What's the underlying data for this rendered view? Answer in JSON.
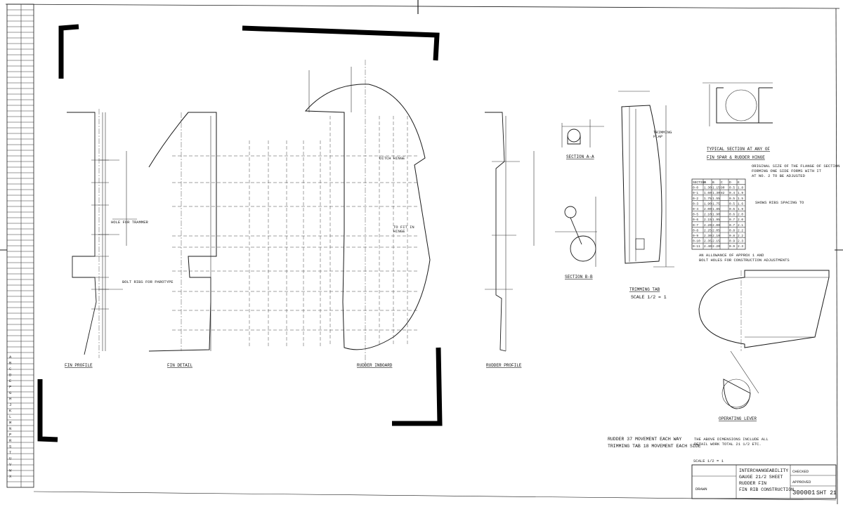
{
  "drawing": {
    "sheet_number": "300001",
    "sheet_ref": "SHT 21",
    "scale_note": "SCALE 1/2 = 1",
    "views": {
      "fin_profile": "FIN PROFILE",
      "fin_detail": "FIN DETAIL",
      "rudder_inboard": "RUDDER INBOARD",
      "rudder_profile": "RUDDER PROFILE",
      "section_aa": "SECTION A-A",
      "section_bb": "SECTION B-B",
      "trimming_tab": "TRIMMING TAB",
      "trimming_tab_scale": "SCALE 1/2 = 1",
      "operating_lever": "OPERATING LEVER",
      "typical_section": "TYPICAL SECTION AT ANY OF",
      "typical_section_2": "FIN SPAR & RUDDER HINGE"
    },
    "notes": {
      "rudder_movement": "RUDDER 37 MOVEMENT EACH WAY",
      "tab_movement": "TRIMMING TAB 18 MOVEMENT EACH SIDE",
      "dimensions_note": "THE ABOVE DIMENSIONS INCLUDE ALL",
      "dimensions_note_2": "DETAIL WORK TOTAL 21 1/2 ETC.",
      "sections_note": "ORIGINAL SIZE OF THE FLANGE OF SECTION",
      "sections_note_2": "FORMING ONE SIDE FORMS WITH IT",
      "sections_note_3": "AT NO. 2 TO BE ADJUSTED",
      "mar_note": "SHOWS RIBS SPACING TO",
      "mar_note_2": "AN ALLOWANCE OF APPROX 1 AND",
      "mar_note_3": "BOLT HOLES FOR CONSTRUCTION ADJUSTMENTS"
    },
    "title_block": {
      "line1": "INTERCHANGEABILITY",
      "line2": "GAUGE 21/2 SHEET",
      "line3": "RUDDER FIN",
      "line4": "FIN RIB CONSTRUCTION",
      "drawn": "DRAWN",
      "checked": "CHECKED",
      "approved": "APPROVED"
    },
    "section_table": {
      "headers": [
        "SECTION",
        "A",
        "B",
        "C",
        "D",
        "E"
      ],
      "rows": [
        [
          "0-0",
          "1.30",
          "1.15",
          "90",
          "0.5",
          "1.8"
        ],
        [
          "0-1",
          "1.60",
          "1.30",
          "82",
          "0.4",
          "1.9"
        ],
        [
          "0-2",
          "1.75",
          "1.55",
          "",
          "0.5",
          "1.5"
        ],
        [
          "0-3",
          "1.90",
          "1.75",
          "",
          "0.5",
          "1.6"
        ],
        [
          "0-4",
          "2.00",
          "1.85",
          "",
          "0.6",
          "1.9"
        ],
        [
          "0-5",
          "2.10",
          "1.90",
          "",
          "0.6",
          "2.0"
        ],
        [
          "0-6",
          "2.15",
          "1.95",
          "",
          "0.7",
          "2.0"
        ],
        [
          "0-7",
          "2.20",
          "2.00",
          "",
          "0.7",
          "2.1"
        ],
        [
          "0-8",
          "2.25",
          "2.05",
          "",
          "0.8",
          "2.2"
        ],
        [
          "0-9",
          "2.30",
          "2.10",
          "",
          "0.8",
          "2.2"
        ],
        [
          "0-10",
          "2.35",
          "2.15",
          "",
          "0.9",
          "2.3"
        ],
        [
          "0-11",
          "2.40",
          "2.20",
          "",
          "0.9",
          "2.3"
        ]
      ]
    },
    "revision_column": [
      "A",
      "B",
      "C",
      "D",
      "E",
      "F",
      "G",
      "H",
      "J",
      "K",
      "L",
      "M",
      "N",
      "P",
      "R",
      "S",
      "T",
      "U",
      "V",
      "W",
      "X"
    ]
  }
}
